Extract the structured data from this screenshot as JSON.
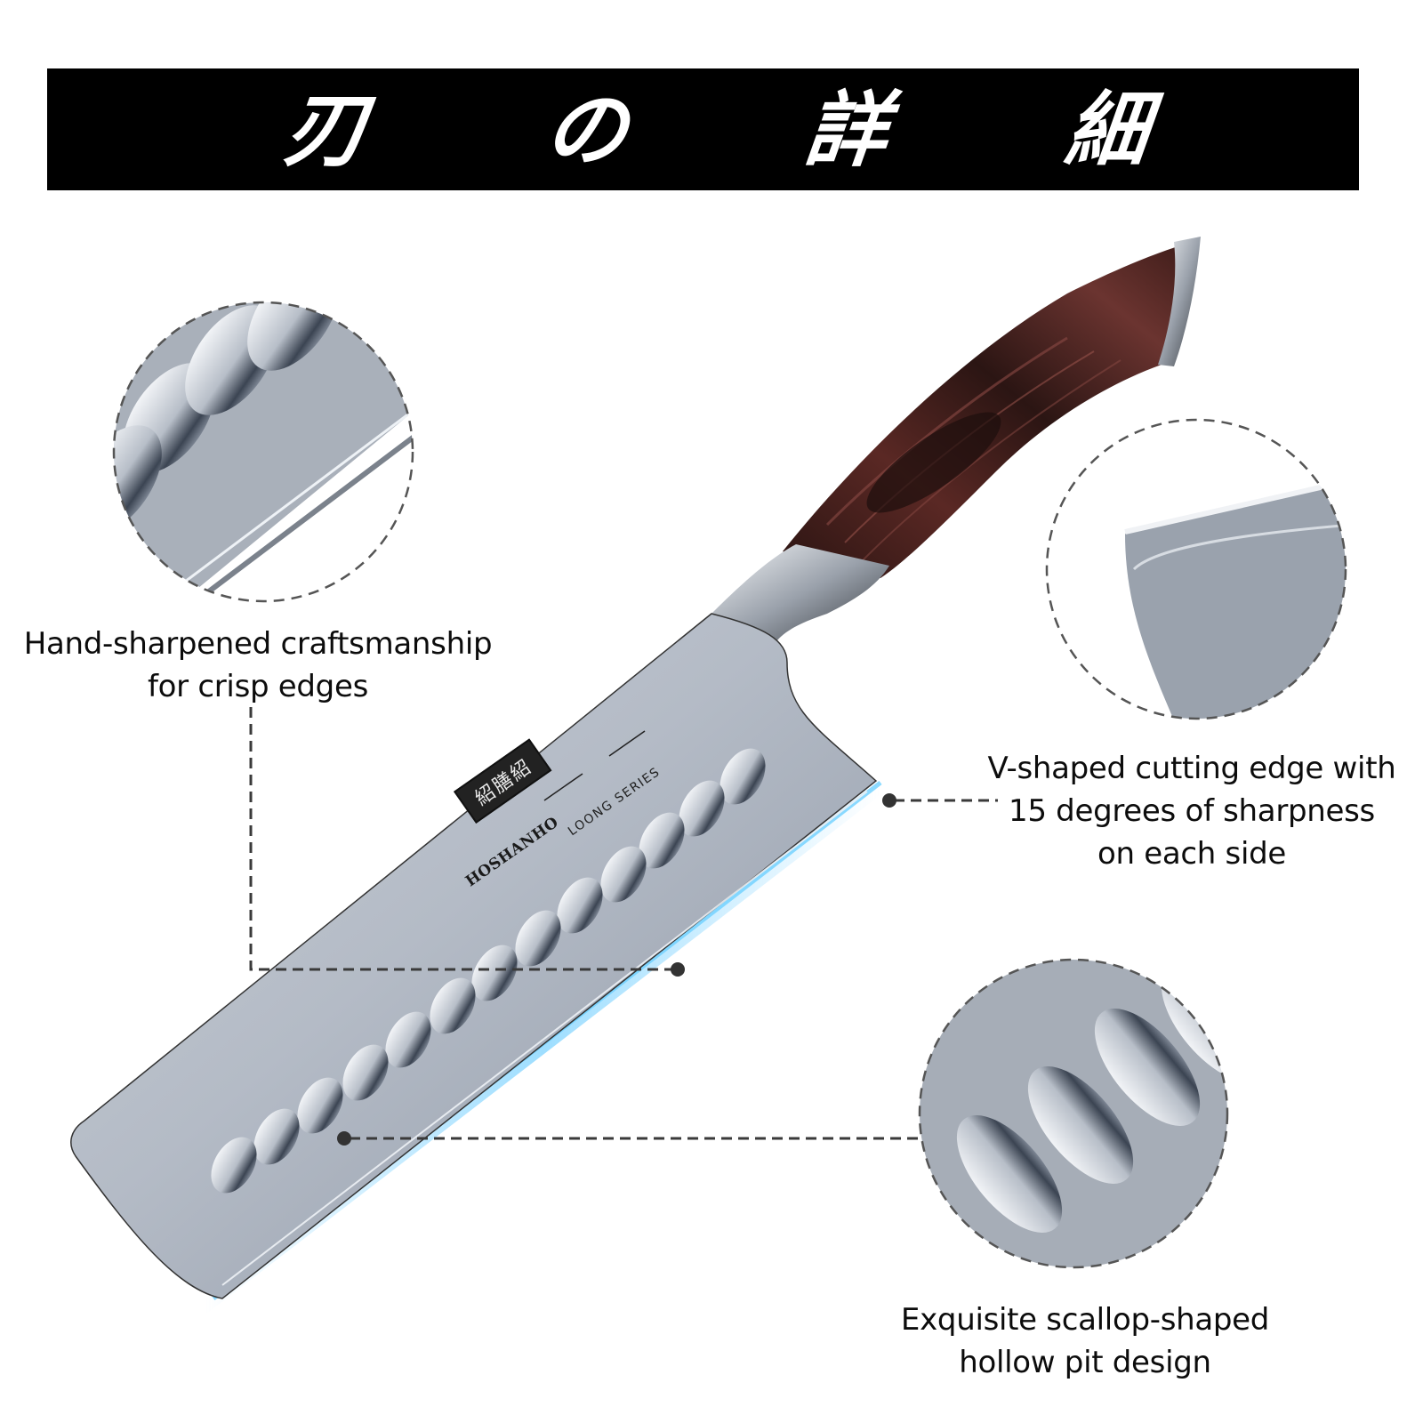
{
  "banner": {
    "characters": [
      "刃",
      "の",
      "詳",
      "細"
    ],
    "background": "#000000",
    "text_color": "#ffffff"
  },
  "product": {
    "brand": "HOSHANHO",
    "brand_seal_glyph": "紹膳紹",
    "series": "LOONG SERIES",
    "series_logo": "dragon-glyph",
    "handle_color": "#4a1f1c",
    "blade_color": "#aeb6c2",
    "edge_glow_color": "#4fc3ff"
  },
  "callouts": [
    {
      "id": "edge-craft",
      "lines": [
        "Hand-sharpened craftsmanship",
        "for crisp edges"
      ],
      "detail": "zoom-circle-blade-edge"
    },
    {
      "id": "v-edge",
      "lines": [
        "V-shaped cutting edge with",
        "15 degrees of sharpness",
        "on each side"
      ],
      "detail": "zoom-circle-heel"
    },
    {
      "id": "scallops",
      "lines": [
        "Exquisite scallop-shaped",
        "hollow pit design"
      ],
      "detail": "zoom-circle-scallops"
    }
  ],
  "colors": {
    "connector": "#3a3a3a",
    "circle_border": "#555555",
    "text": "#0c0c0c"
  }
}
